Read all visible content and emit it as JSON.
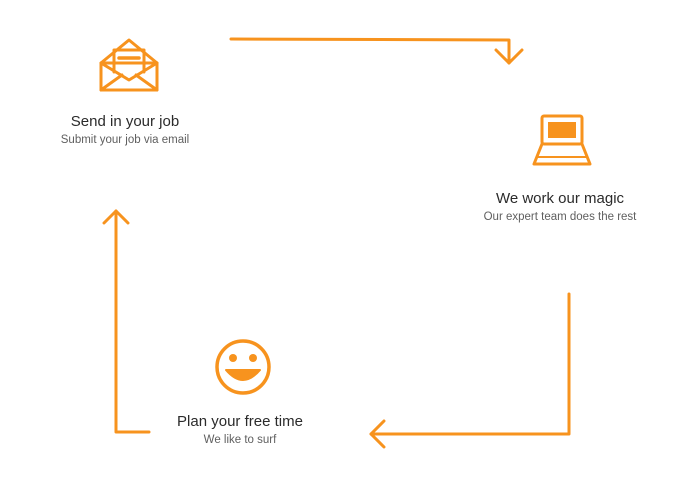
{
  "accent_color": "#f7931e",
  "steps": [
    {
      "icon": "envelope-icon",
      "title": "Send in your job",
      "subtitle": "Submit your job via email"
    },
    {
      "icon": "laptop-icon",
      "title": "We work our magic",
      "subtitle": "Our expert team does the rest"
    },
    {
      "icon": "smiley-icon",
      "title": "Plan your free time",
      "subtitle": "We like to surf"
    }
  ]
}
